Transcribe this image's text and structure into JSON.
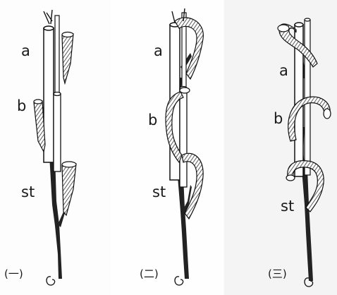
{
  "panels": [
    {
      "caption": "(一)",
      "labels": {
        "a": "a",
        "b": "b",
        "st": "st"
      }
    },
    {
      "caption": "(二)",
      "labels": {
        "a": "a",
        "b": "b",
        "st": "st"
      }
    },
    {
      "caption": "(三)",
      "labels": {
        "a": "a",
        "b": "b",
        "st": "st"
      }
    }
  ],
  "colors": {
    "ink": "#1a1a1a",
    "stem": "#222222",
    "hatch": "#333333",
    "paper": "#ffffff"
  }
}
